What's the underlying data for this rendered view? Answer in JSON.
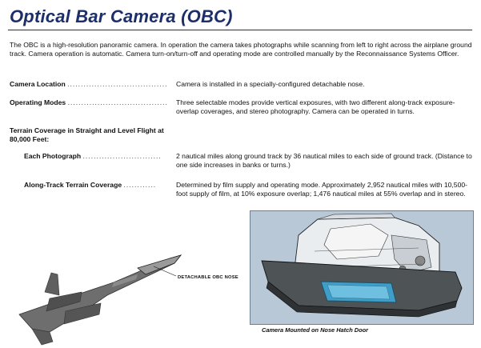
{
  "title": "Optical Bar Camera (OBC)",
  "intro": "The OBC is a high-resolution panoramic camera.  In operation the camera takes photographs while scanning from left to right across the airplane ground track.  Camera operation is automatic.  Camera turn-on/turn-off and operating mode are controlled manually by the Reconnaissance Systems Officer.",
  "specs": {
    "camera_location": {
      "label": "Camera Location",
      "value": "Camera is installed in a specially-configured detachable nose."
    },
    "operating_modes": {
      "label": "Operating Modes",
      "value": "Three selectable modes provide vertical exposures, with two different along-track exposure-overlap coverages, and stereo photography.  Camera can be operated in turns."
    },
    "terrain_heading": "Terrain Coverage in Straight and Level Flight at 80,000 Feet:",
    "each_photograph": {
      "label": "Each Photograph",
      "value": "2 nautical miles along ground track by 36 nautical miles to each side of ground track. (Distance to one side increases in banks or turns.)"
    },
    "along_track": {
      "label": "Along-Track Terrain Coverage",
      "value": "Determined by film supply and operating mode.  Approximately 2,952 nautical miles with 10,500-foot supply of film, at 10% exposure overlap; 1,476 nautical miles at 55% overlap and in stereo."
    }
  },
  "figures": {
    "aircraft_callout": "DETACHABLE OBC NOSE",
    "photo_caption": "Camera Mounted on Nose Hatch Door"
  },
  "colors": {
    "title": "#1c2f6b",
    "photo_background": "#b9c8d7",
    "nose_highlight": "#3f9ec7"
  }
}
